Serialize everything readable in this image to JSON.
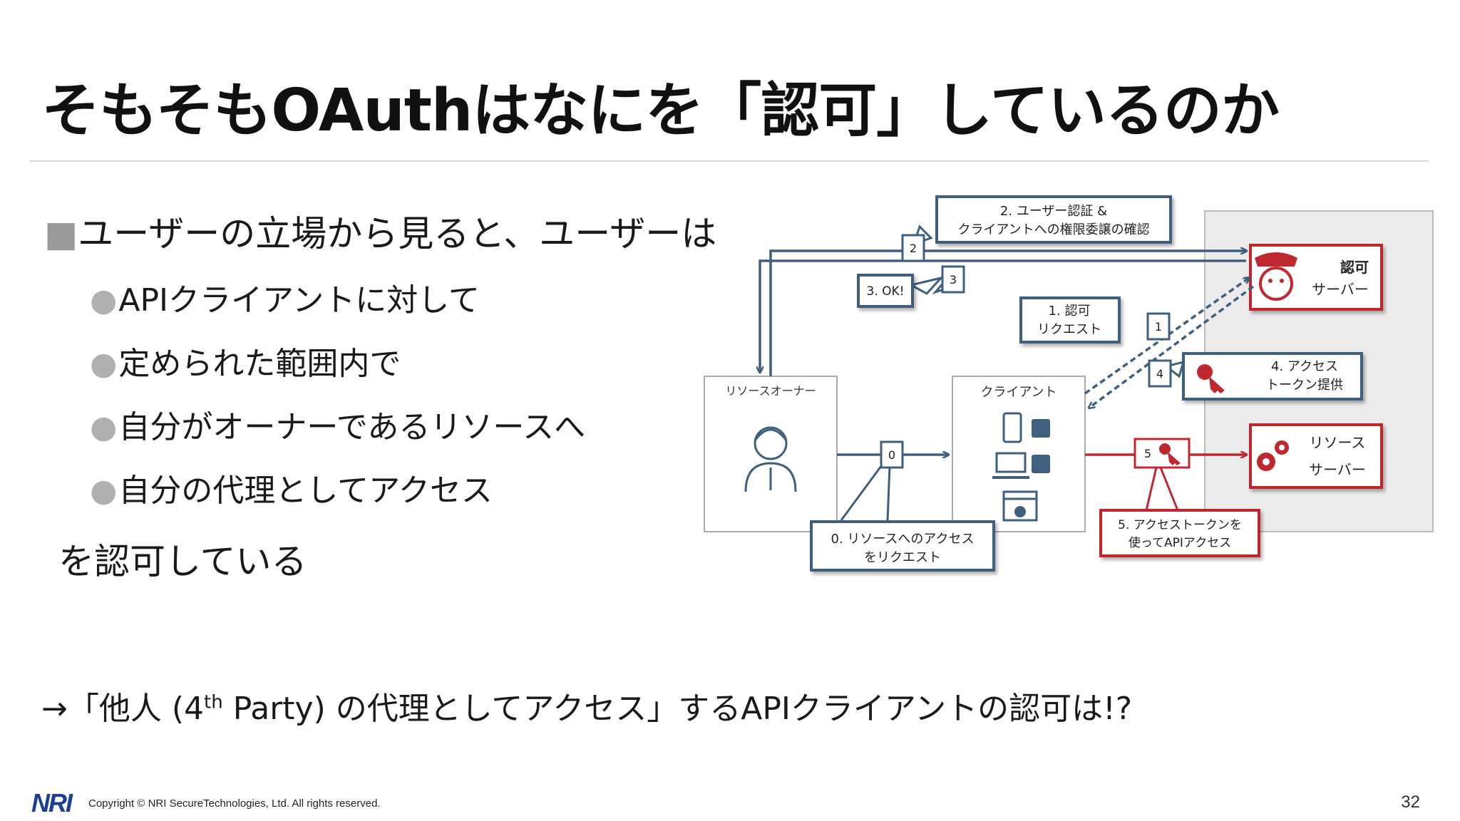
{
  "slide": {
    "title": "そもそもOAuthはなにを「認可」しているのか",
    "lead_marker": "■",
    "lead": "ユーザーの立場から見ると、ユーザーは",
    "bullet_marker": "●",
    "bullets": [
      "APIクライアントに対して",
      "定められた範囲内で",
      "自分がオーナーであるリソースへ",
      "自分の代理としてアクセス"
    ],
    "tail": "を認可している",
    "bottom_prefix": "→「他人 (4",
    "bottom_sup": "th",
    "bottom_suffix": " Party) の代理としてアクセス」するAPIクライアントの認可は!?",
    "logo": "NRI",
    "copyright": "Copyright © NRI SecureTechnologies, Ltd. All rights reserved.",
    "page_number": "32"
  },
  "diagram": {
    "nodes": {
      "resource_owner": "リソースオーナー",
      "client": "クライアント",
      "auth_server": [
        "認可",
        "サーバー"
      ],
      "resource_server": [
        "リソース",
        "サーバー"
      ]
    },
    "callouts": {
      "step2": [
        "2. ユーザー認証 &",
        "クライアントへの権限委譲の確認"
      ],
      "step3": "3. OK!",
      "step1": [
        "1. 認可",
        "リクエスト"
      ],
      "step4": [
        "4. アクセス",
        "トークン提供"
      ],
      "step0": [
        "0. リソースへのアクセス",
        "をリクエスト"
      ],
      "step5": [
        "5. アクセストークンを",
        "使ってAPIアクセス"
      ]
    },
    "step_numbers": [
      "0",
      "1",
      "2",
      "3",
      "4",
      "5"
    ],
    "colors": {
      "blue": "#3f5f7f",
      "red": "#c0282f",
      "bg_box": "#ebebeb"
    }
  }
}
